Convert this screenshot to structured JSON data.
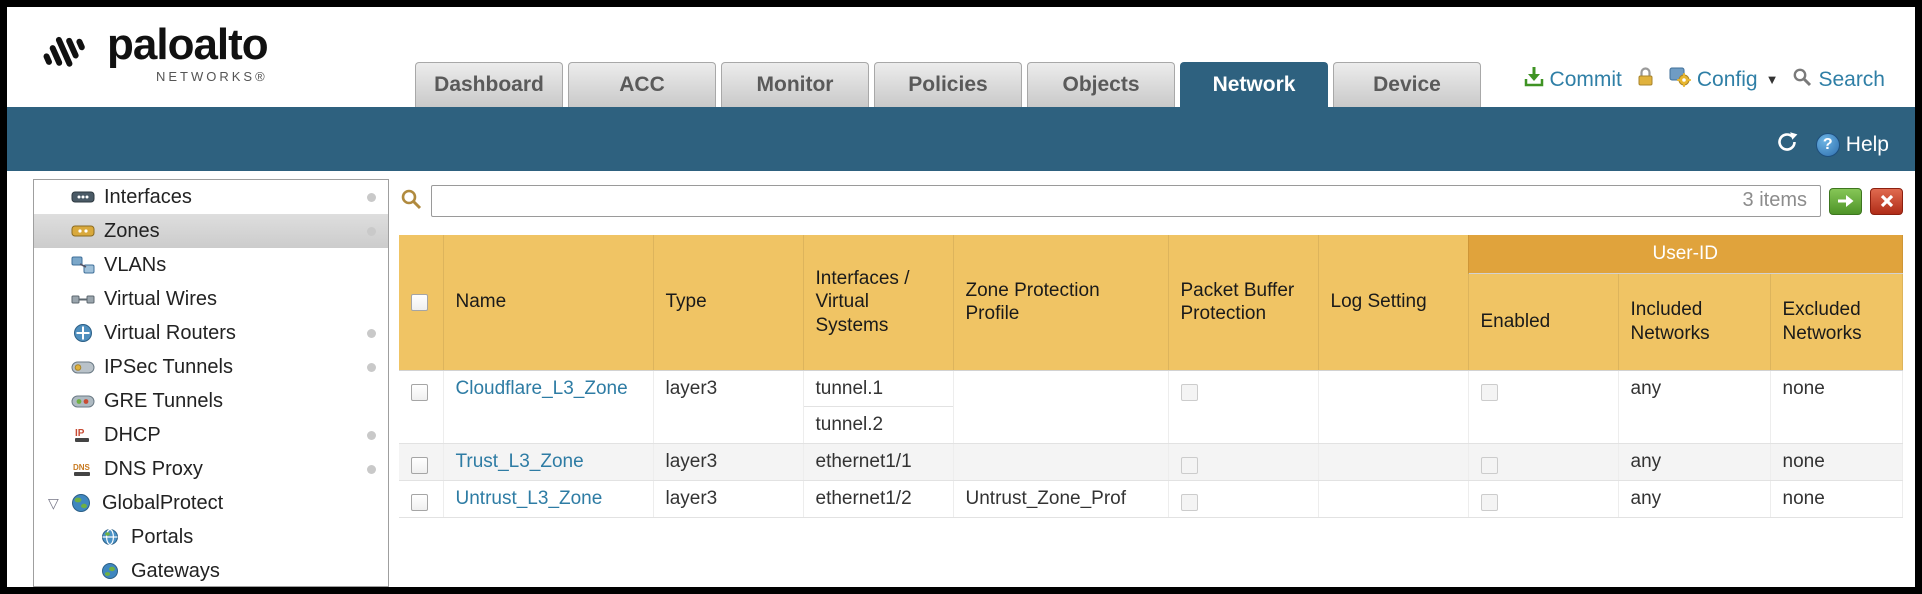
{
  "logo": {
    "brand": "paloalto",
    "sub": "NETWORKS®"
  },
  "header": {
    "tabs": [
      {
        "label": "Dashboard"
      },
      {
        "label": "ACC"
      },
      {
        "label": "Monitor"
      },
      {
        "label": "Policies"
      },
      {
        "label": "Objects"
      },
      {
        "label": "Network"
      },
      {
        "label": "Device"
      }
    ],
    "active_tab": "Network",
    "actions": {
      "commit": "Commit",
      "config": "Config",
      "search": "Search"
    }
  },
  "band": {
    "help": "Help"
  },
  "sidebar": {
    "items": [
      {
        "label": "Interfaces"
      },
      {
        "label": "Zones"
      },
      {
        "label": "VLANs"
      },
      {
        "label": "Virtual Wires"
      },
      {
        "label": "Virtual Routers"
      },
      {
        "label": "IPSec Tunnels"
      },
      {
        "label": "GRE Tunnels"
      },
      {
        "label": "DHCP"
      },
      {
        "label": "DNS Proxy"
      },
      {
        "label": "GlobalProtect"
      },
      {
        "label": "Portals"
      },
      {
        "label": "Gateways"
      }
    ],
    "selected": "Zones"
  },
  "filter": {
    "value": "",
    "items_count": "3 items"
  },
  "table": {
    "group_header": "User-ID",
    "columns": [
      "Name",
      "Type",
      "Interfaces / Virtual Systems",
      "Zone Protection Profile",
      "Packet Buffer Protection",
      "Log Setting",
      "Enabled",
      "Included Networks",
      "Excluded Networks"
    ],
    "rows": [
      {
        "name": "Cloudflare_L3_Zone",
        "type": "layer3",
        "interfaces": [
          "tunnel.1",
          "tunnel.2"
        ],
        "zone_protection_profile": "",
        "log_setting": "",
        "included_networks": "any",
        "excluded_networks": "none"
      },
      {
        "name": "Trust_L3_Zone",
        "type": "layer3",
        "interfaces": [
          "ethernet1/1"
        ],
        "zone_protection_profile": "",
        "log_setting": "",
        "included_networks": "any",
        "excluded_networks": "none"
      },
      {
        "name": "Untrust_L3_Zone",
        "type": "layer3",
        "interfaces": [
          "ethernet1/2"
        ],
        "zone_protection_profile": "Untrust_Zone_Prof",
        "log_setting": "",
        "included_networks": "any",
        "excluded_networks": "none"
      }
    ]
  },
  "colors": {
    "band": "#2e617f",
    "header_orange": "#f0c464",
    "userid_band": "#e0a33c",
    "link": "#2e7ca4"
  }
}
